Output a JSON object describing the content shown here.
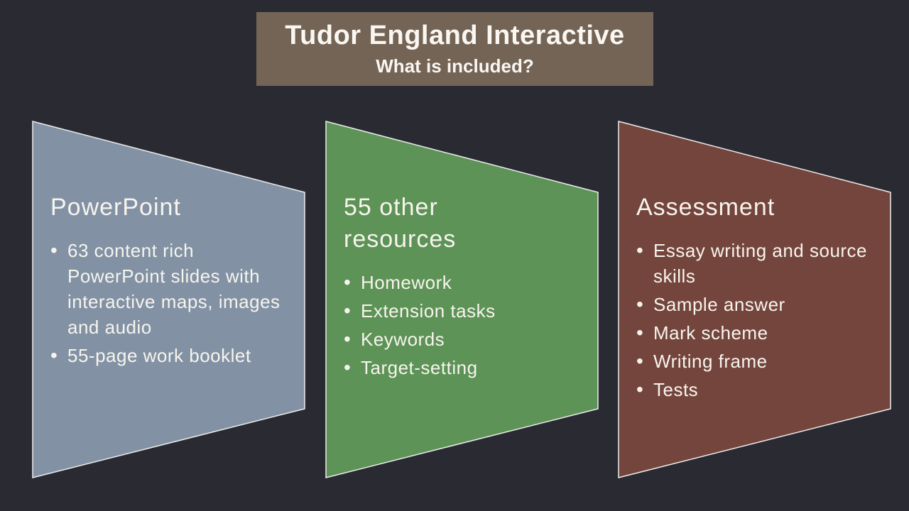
{
  "slide": {
    "background_color": "#2a2a33",
    "border_color": "#ececec",
    "text_color": "#f7f4ee",
    "title": {
      "heading": "Tudor England Interactive",
      "subheading": "What is included?",
      "box_color": "#736455"
    },
    "panels": [
      {
        "id": "powerpoint",
        "heading": "PowerPoint",
        "color": "#8292a4",
        "bullets": [
          "63 content rich PowerPoint slides with interactive maps, images and audio",
          "55-page work booklet"
        ]
      },
      {
        "id": "other-resources",
        "heading": "55 other resources",
        "color": "#5d9356",
        "bullets": [
          "Homework",
          "Extension tasks",
          "Keywords",
          "Target-setting"
        ]
      },
      {
        "id": "assessment",
        "heading": "Assessment",
        "color": "#74453c",
        "bullets": [
          "Essay writing and source skills",
          "Sample answer",
          "Mark scheme",
          "Writing frame",
          "Tests"
        ]
      }
    ]
  }
}
